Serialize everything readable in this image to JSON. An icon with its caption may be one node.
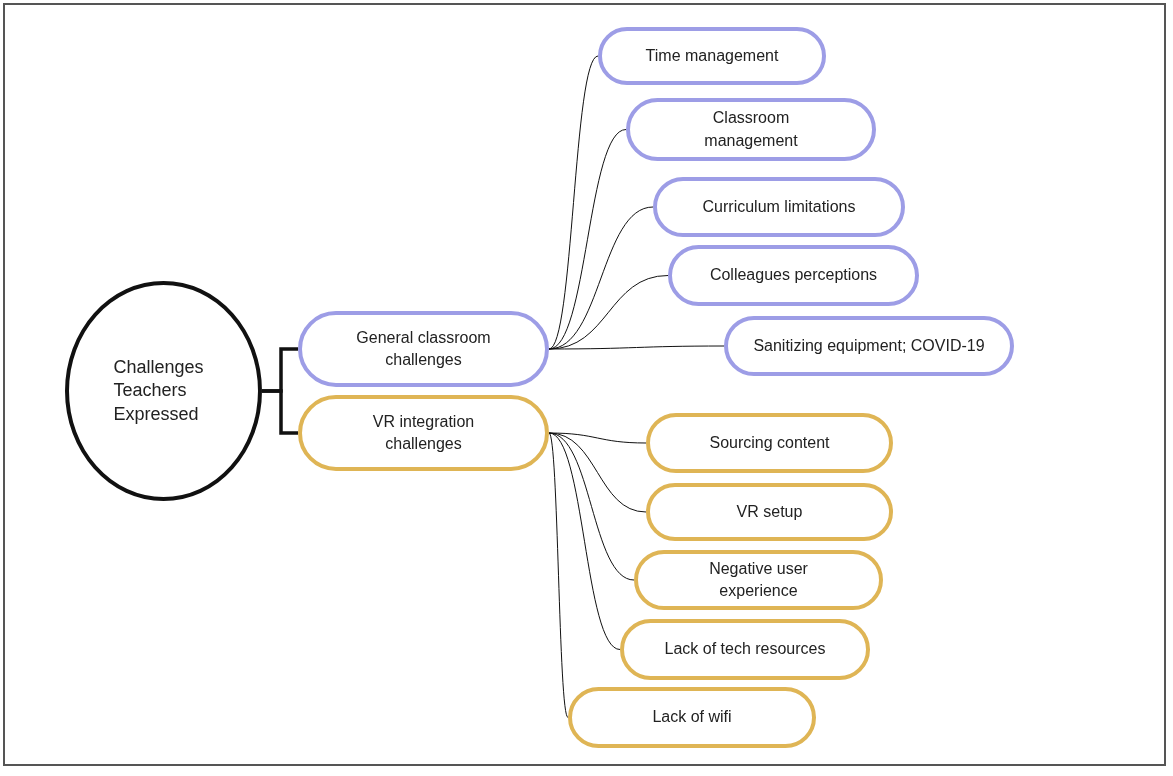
{
  "diagram": {
    "nodes": [
      {
        "text": [
          "Challenges Teachers Expressed"
        ]
      },
      {
        "text": [
          "General classroom challenges"
        ]
      },
      {
        "text": [
          "VR integration challenges"
        ]
      },
      {
        "text": [
          "Time management"
        ]
      },
      {
        "text": [
          "Classroom management"
        ]
      },
      {
        "text": [
          "Curriculum limitations"
        ]
      },
      {
        "text": [
          "Colleagues perceptions"
        ]
      },
      {
        "text": [
          "Sanitizing equipment; COVID-19"
        ]
      },
      {
        "text": [
          "Sourcing content"
        ]
      },
      {
        "text": [
          "VR setup"
        ]
      },
      {
        "text": [
          "Negative user experience"
        ]
      },
      {
        "text": [
          "Lack of tech resources"
        ]
      },
      {
        "text": [
          "Lack of wifi"
        ]
      }
    ],
    "edges": [
      {
        "from": 0,
        "to": 1,
        "arrow": "none",
        "style": "thick"
      },
      {
        "from": 0,
        "to": 2,
        "arrow": "none",
        "style": "thick"
      },
      {
        "from": 1,
        "to": 3,
        "arrow": "none"
      },
      {
        "from": 1,
        "to": 4,
        "arrow": "none"
      },
      {
        "from": 1,
        "to": 5,
        "arrow": "none"
      },
      {
        "from": 1,
        "to": 6,
        "arrow": "none"
      },
      {
        "from": 1,
        "to": 7,
        "arrow": "none"
      },
      {
        "from": 2,
        "to": 8,
        "arrow": "none"
      },
      {
        "from": 2,
        "to": 9,
        "arrow": "none"
      },
      {
        "from": 2,
        "to": 10,
        "arrow": "none"
      },
      {
        "from": 2,
        "to": 11,
        "arrow": "none"
      },
      {
        "from": 2,
        "to": 12,
        "arrow": "none"
      }
    ]
  }
}
